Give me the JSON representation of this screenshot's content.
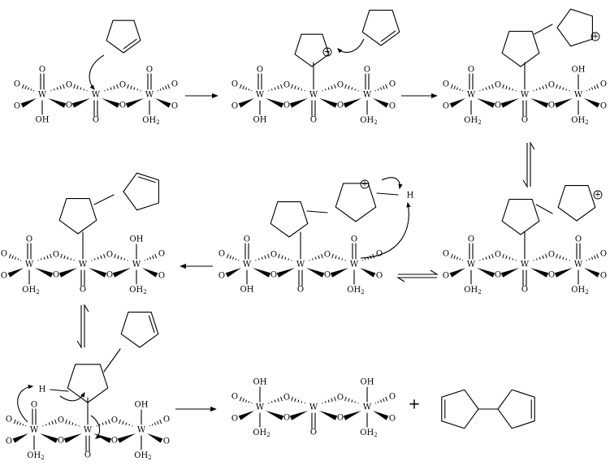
{
  "labels": {
    "tungsten": "W",
    "oxygen": "O",
    "hydroxyl": "OH",
    "water_main": "OH",
    "water_sub": "2",
    "proton": "H",
    "cation": "+",
    "plus_sign": "+"
  },
  "stages": [
    {
      "id": "s1",
      "left": "OH",
      "right": "OH2",
      "surface_bound": false,
      "organic": "cyclopentene approaching"
    },
    {
      "id": "s2",
      "left": "OH",
      "right": "OH2",
      "surface_bound": true,
      "organic": "cyclopentyl cation + cyclopentene"
    },
    {
      "id": "s3",
      "left": "OH2",
      "right": "OH/OH2",
      "surface_bound": true,
      "organic": "bicyclopentyl cation"
    },
    {
      "id": "s4",
      "left": "OH2",
      "right": "OH2",
      "surface_bound": true,
      "organic": "rearranged bicyclopentyl cation"
    },
    {
      "id": "s5",
      "left": "OH",
      "right": "OH2",
      "surface_bound": true,
      "organic": "1,3-linked cation, proton transfer"
    },
    {
      "id": "s6",
      "left": "OH2",
      "right": "OH/OH2",
      "surface_bound": true,
      "organic": "cyclopentenyl-cyclopentyl"
    },
    {
      "id": "s7",
      "left": "OH2",
      "right": "OH/OH2",
      "surface_bound": true,
      "organic": "deprotonation"
    },
    {
      "id": "s8",
      "left": "OH/OH2",
      "right": "OH/OH2",
      "surface_bound": false,
      "organic": "regenerated catalyst"
    }
  ],
  "product": "3,3'-bi(cyclopentene)"
}
